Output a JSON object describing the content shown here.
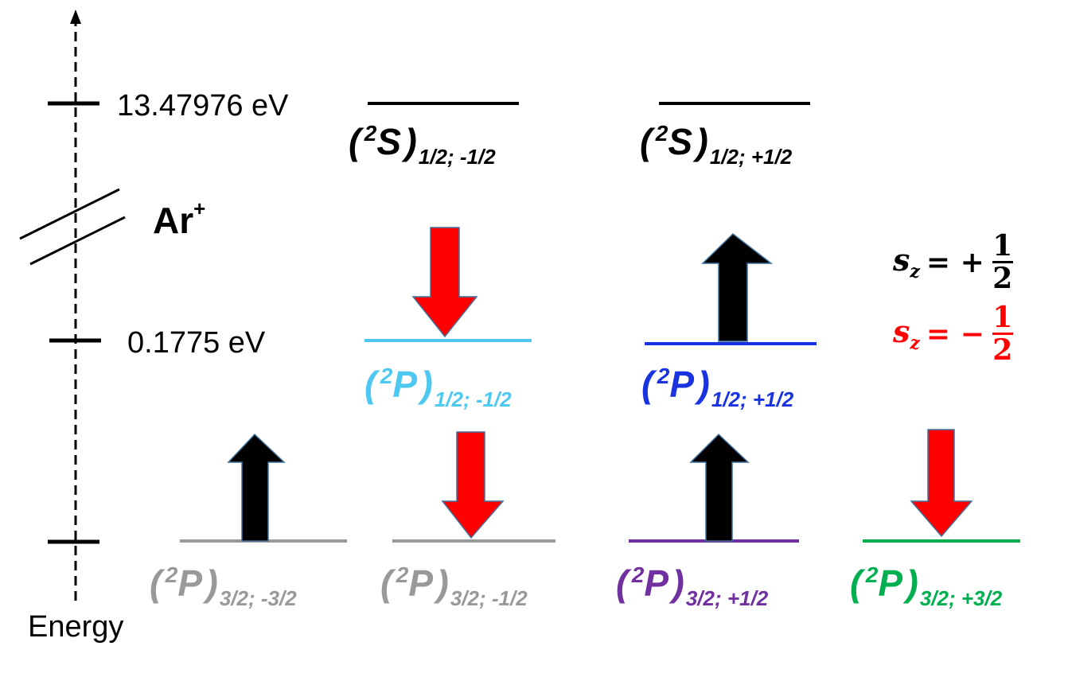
{
  "axis": {
    "title": "Energy",
    "ticks": [
      {
        "label": "13.47976 eV"
      },
      {
        "label": "0.1775 eV"
      },
      {
        "label": ""
      }
    ]
  },
  "ion": {
    "symbol": "Ar",
    "charge": "+"
  },
  "levels": {
    "s_minus": {
      "paren_open": "(",
      "sup": "2",
      "letter": "S",
      "paren_close": ")",
      "sub": "1/2; -1/2",
      "color": "#000000",
      "spin": "none"
    },
    "s_plus": {
      "paren_open": "(",
      "sup": "2",
      "letter": "S",
      "paren_close": ")",
      "sub": "1/2; +1/2",
      "color": "#000000",
      "spin": "none"
    },
    "p12_minus": {
      "paren_open": "(",
      "sup": "2",
      "letter": "P",
      "paren_close": ")",
      "sub": "1/2; -1/2",
      "color": "#4dc8f0",
      "spin": "down"
    },
    "p12_plus": {
      "paren_open": "(",
      "sup": "2",
      "letter": "P",
      "paren_close": ")",
      "sub": "1/2; +1/2",
      "color": "#1a33e0",
      "spin": "up"
    },
    "p32_m32": {
      "paren_open": "(",
      "sup": "2",
      "letter": "P",
      "paren_close": ")",
      "sub": "3/2; -3/2",
      "color": "#999999",
      "spin": "up"
    },
    "p32_m12": {
      "paren_open": "(",
      "sup": "2",
      "letter": "P",
      "paren_close": ")",
      "sub": "3/2; -1/2",
      "color": "#999999",
      "spin": "down"
    },
    "p32_p12": {
      "paren_open": "(",
      "sup": "2",
      "letter": "P",
      "paren_close": ")",
      "sub": "3/2; +1/2",
      "color": "#7030a0",
      "spin": "up"
    },
    "p32_p32": {
      "paren_open": "(",
      "sup": "2",
      "letter": "P",
      "paren_close": ")",
      "sub": "3/2; +3/2",
      "color": "#00b050",
      "spin": "down"
    }
  },
  "legend": {
    "plus": {
      "symbol": "s",
      "subscript": "z",
      "eq": "= +",
      "numerator": "1",
      "denominator": "2",
      "color": "#000000"
    },
    "minus": {
      "symbol": "s",
      "subscript": "z",
      "eq": "= −",
      "numerator": "1",
      "denominator": "2",
      "color": "#ff0000"
    }
  },
  "colors": {
    "arrow_up": "#000000",
    "arrow_down": "#ff0000",
    "arrow_outline": "#41719c"
  }
}
